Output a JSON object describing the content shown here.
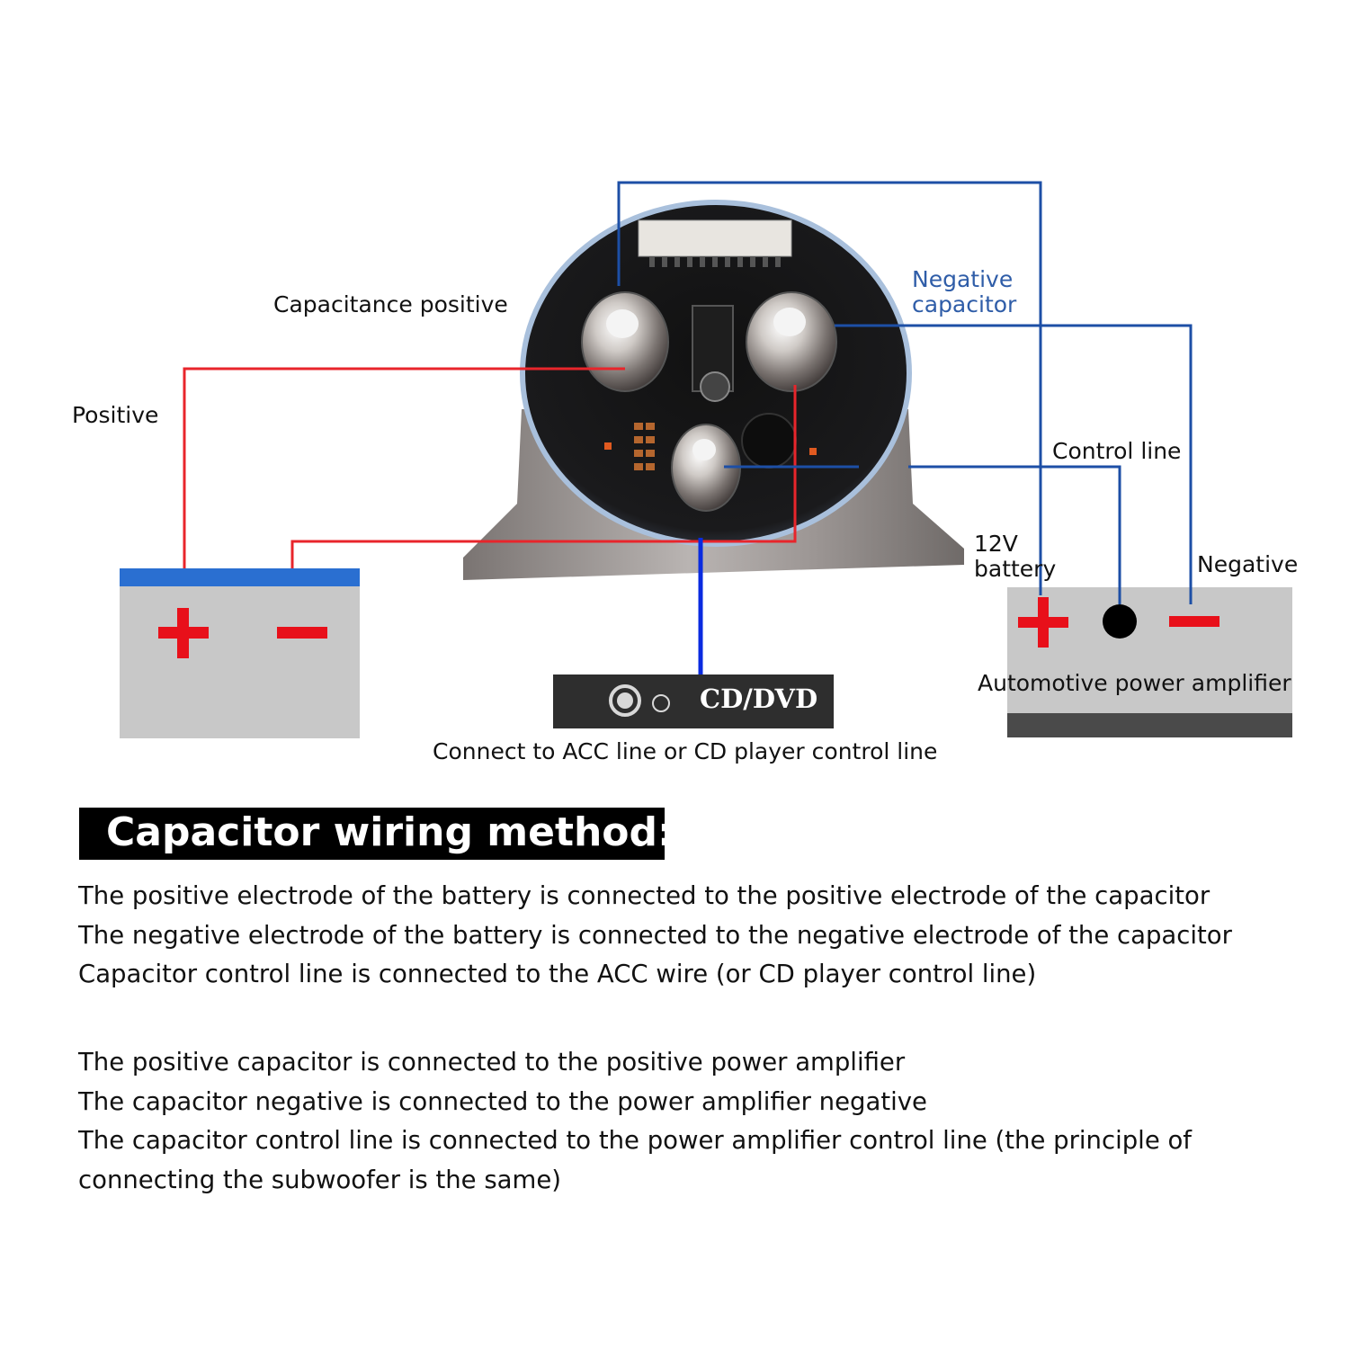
{
  "labels": {
    "capacitance_positive": "Capacitance positive",
    "positive": "Positive",
    "negative_capacitor_line1": "Negative",
    "negative_capacitor_line2": "capacitor",
    "control_line": "Control line",
    "battery_12v_line1": "12V",
    "battery_12v_line2": "battery",
    "negative": "Negative",
    "amplifier": "Automotive power amplifier",
    "cd_dvd": "CD/DVD",
    "acc_connect": "Connect to ACC line or CD player control line"
  },
  "heading": "Capacitor wiring method:",
  "paragraph_1": [
    "The positive electrode of the battery is connected to the positive electrode of the capacitor",
    "The negative electrode of the battery is connected to the negative electrode of the capacitor",
    "Capacitor control line is connected to the ACC wire (or CD player control line)"
  ],
  "paragraph_2": [
    "The positive capacitor is connected to the positive power amplifier",
    "The capacitor negative is connected to the power amplifier negative",
    "The capacitor control line is connected to the power amplifier control line (the principle of",
    "connecting the subwoofer is the same)"
  ],
  "colors": {
    "positive_wire": "#e8252b",
    "negative_wire": "#1d4fa6",
    "control_wire": "#0a2be0",
    "battery_stripe": "#2a6fd1",
    "panel_gray": "#c8c8c8",
    "symbol_red": "#e8101a"
  }
}
